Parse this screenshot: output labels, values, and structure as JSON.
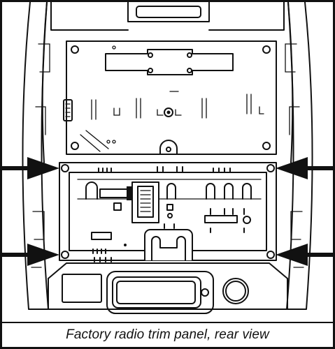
{
  "figure": {
    "caption": "Factory radio trim panel, rear view",
    "style": {
      "ink": "#111111",
      "paper": "#ffffff"
    },
    "callouts": [
      {
        "id": "upper-left",
        "shape": "arrow-right"
      },
      {
        "id": "upper-right",
        "shape": "arrow-left"
      },
      {
        "id": "lower-left",
        "shape": "arrow-right"
      },
      {
        "id": "lower-right",
        "shape": "arrow-left"
      }
    ]
  }
}
